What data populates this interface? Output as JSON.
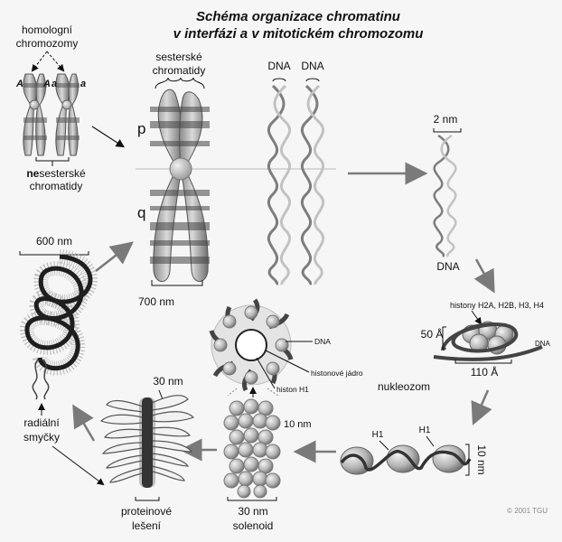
{
  "title": {
    "line1": "Schéma organizace chromatinu",
    "line2": "v interfázi a v mitotickém chromozomu"
  },
  "labels": {
    "homologni_line1": "homologní",
    "homologni_line2": "chromozomy",
    "allele_A": "A",
    "allele_a": "a",
    "nesesterske_bold": "ne",
    "nesesterske_rest": "sesterské",
    "nesesterske_line2": "chromatidy",
    "sesterske_line1": "sesterské",
    "sesterske_line2": "chromatidy",
    "p_arm": "p",
    "q_arm": "q",
    "nm700": "700 nm",
    "dna1": "DNA",
    "dna2": "DNA",
    "nm2": "2 nm",
    "dna3": "DNA",
    "histony": "histony H2A, H2B, H3, H4",
    "dna_nucleosome": "DNA",
    "angstrom50": "50 Å",
    "angstrom110": "110 Å",
    "nukleozom": "nukleozom",
    "h1_a": "H1",
    "h1_b": "H1",
    "nm10_vertical": "10 nm",
    "dna_solenoid": "DNA",
    "histonove_jadro": "histonové jádro",
    "histon_h1": "histon H1",
    "nm10_solenoid": "10 nm",
    "solenoid_line1": "30 nm",
    "solenoid_line2": "solenoid",
    "nm30": "30 nm",
    "proteinove_line1": "proteinové",
    "proteinove_line2": "lešení",
    "nm600": "600 nm",
    "radialni_line1": "radiální",
    "radialni_line2": "smyčky",
    "copyright": "© 2001 TGU"
  },
  "colors": {
    "background": "#f6f6f6",
    "band_dark": "#555555",
    "band_light": "#cfcfcf",
    "arrow": "#7a7a7a"
  }
}
